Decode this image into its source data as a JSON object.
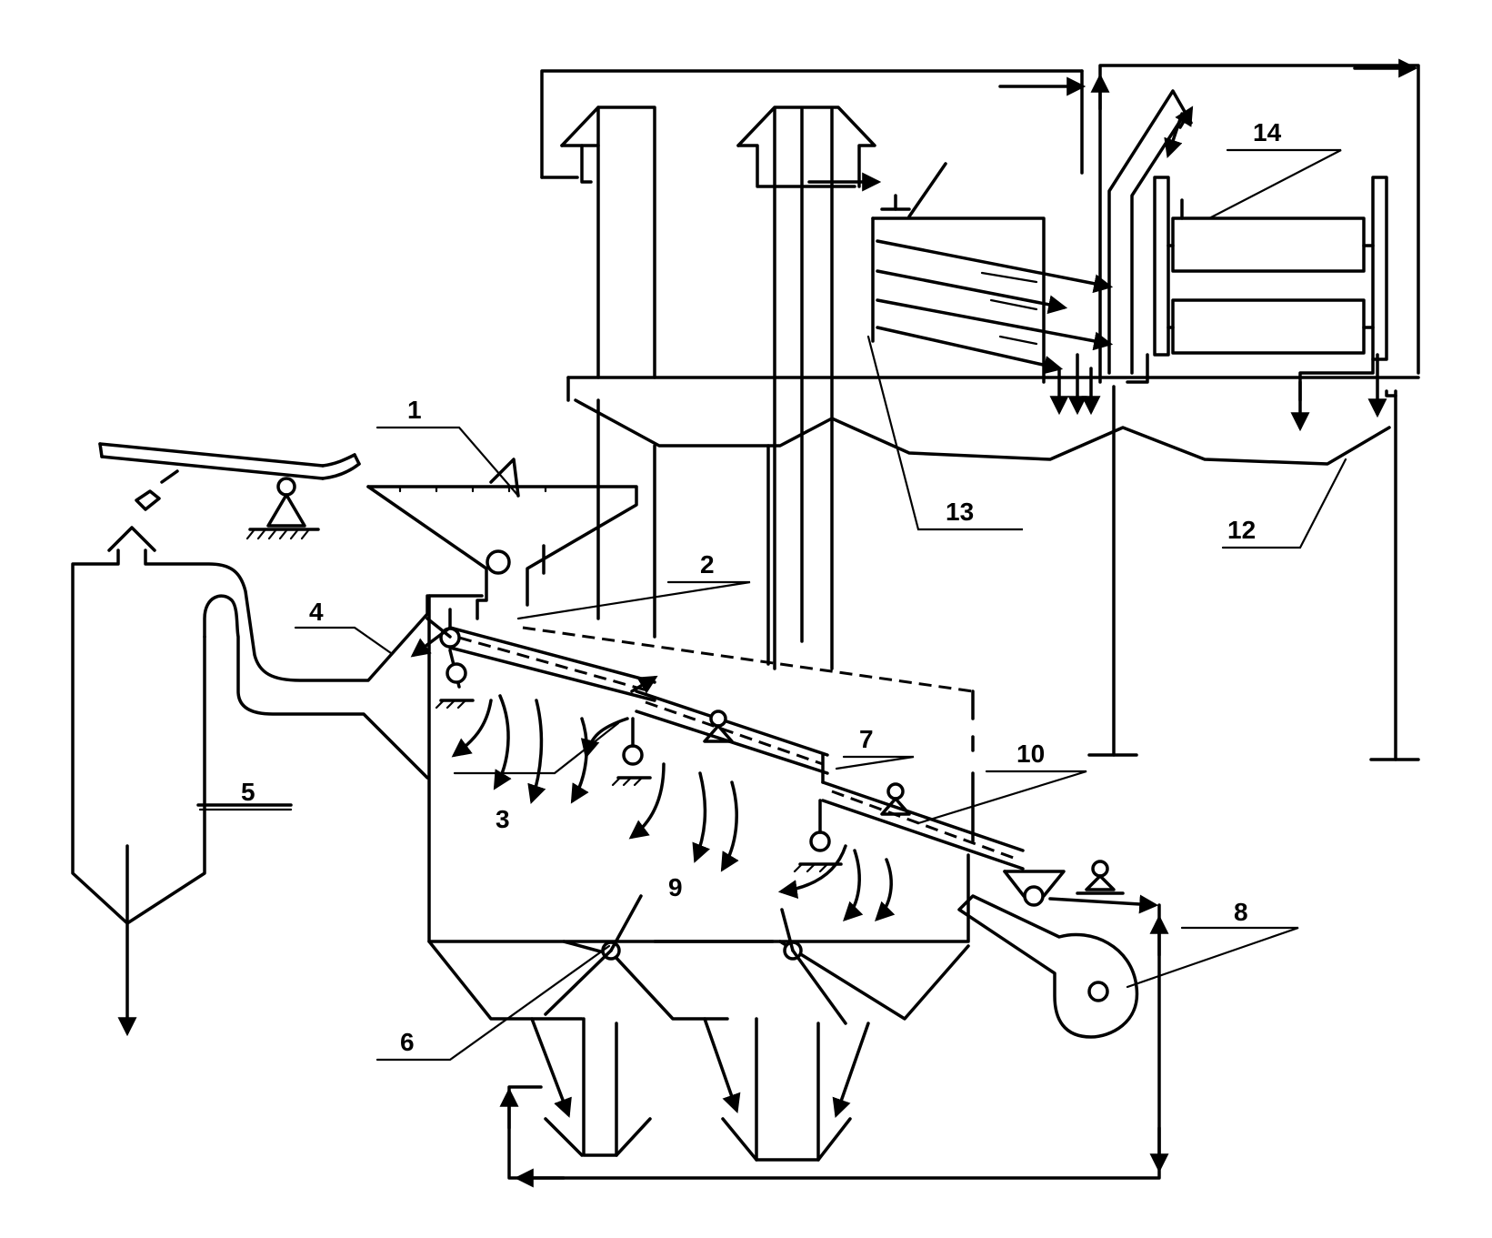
{
  "labels": {
    "l1": "1",
    "l2": "2",
    "l3": "3",
    "l4": "4",
    "l5": "5",
    "l6": "6",
    "l7": "7",
    "l8": "8",
    "l9": "9",
    "l10": "10",
    "l12": "12",
    "l13": "13",
    "l14": "14"
  },
  "colors": {
    "stroke": "#000000",
    "background": "#ffffff"
  }
}
